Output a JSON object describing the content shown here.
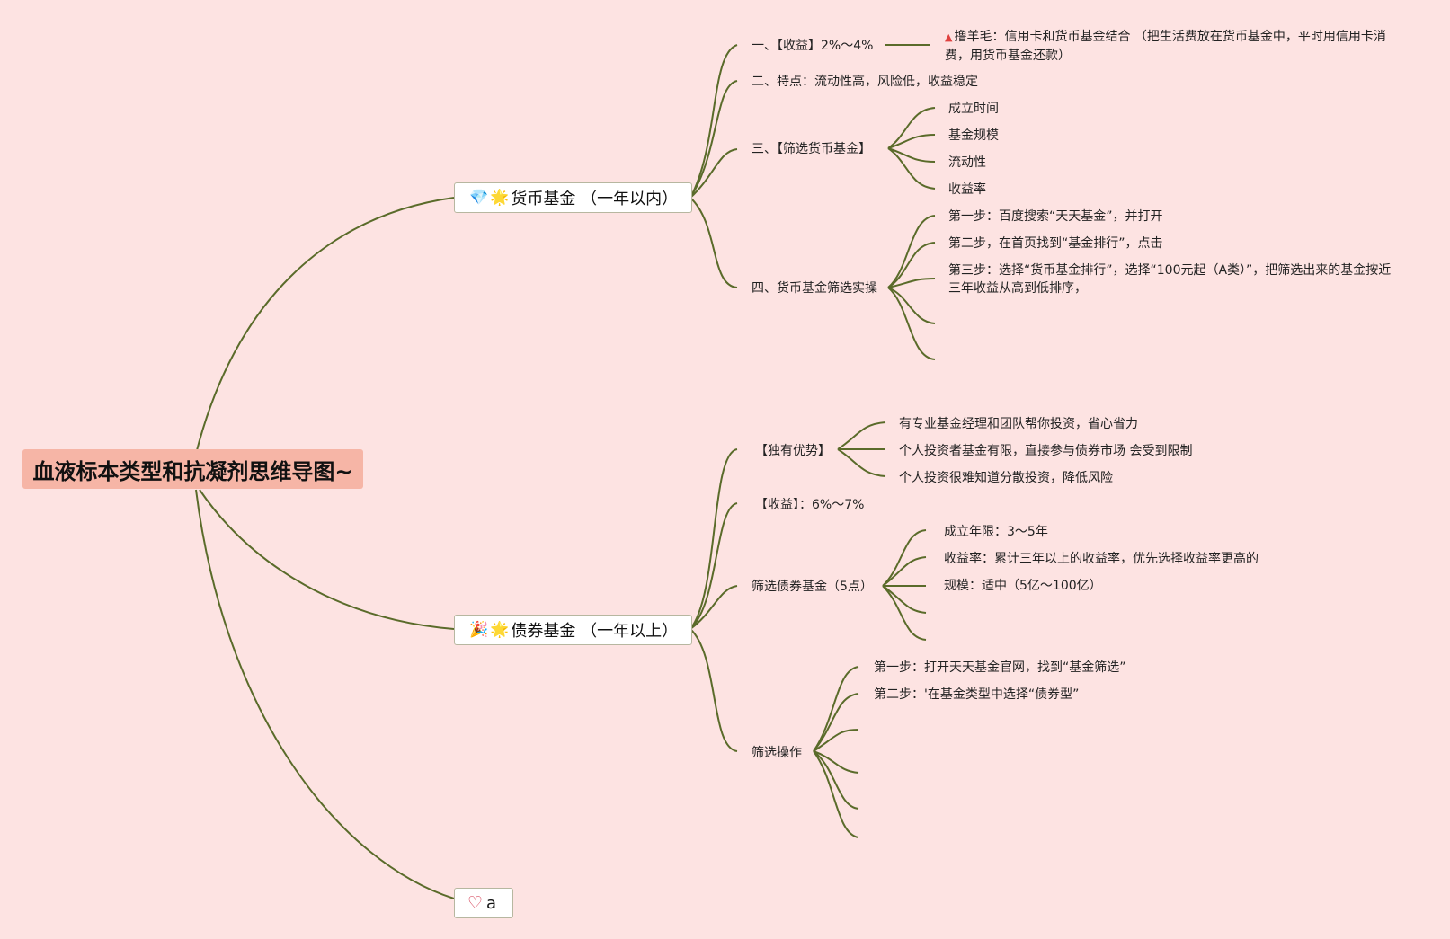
{
  "root": {
    "title": "血液标本类型和抗凝剂思维导图~"
  },
  "money_fund": {
    "icon1": "💎",
    "icon2": "🌟",
    "label": "货币基金 （一年以内）",
    "yield": "一、【收益】2%～4%",
    "tip_icon": "▲",
    "tip": "撸羊毛：信用卡和货币基金结合 （把生活费放在货币基金中，平时用信用卡消费，用货币基金还款）",
    "features": "二、特点：流动性高，风险低，收益稳定",
    "select_title": "三、【筛选货币基金】",
    "select_items": [
      "成立时间",
      "基金规模",
      "流动性",
      "收益率"
    ],
    "practice_title": "四、货币基金筛选实操",
    "practice_steps": [
      "第一步：百度搜索“天天基金”，并打开",
      "第二步，在首页找到“基金排行”，点击",
      "第三步：选择“货币基金排行”，选择“100元起（A类）”，把筛选出来的基金按近三年收益从高到低排序，"
    ]
  },
  "bond_fund": {
    "icon1": "🎉",
    "icon2": "🌟",
    "label": "债券基金 （一年以上）",
    "advantage_title": "【独有优势】",
    "advantages": [
      "有专业基金经理和团队帮你投资，省心省力",
      "个人投资者基金有限，直接参与债券市场 会受到限制",
      "个人投资很难知道分散投资，降低风险"
    ],
    "yield": "【收益】：6%～7%",
    "select_title": "筛选债券基金（5点）",
    "select_items": [
      "成立年限：3～5年",
      "收益率：累计三年以上的收益率，优先选择收益率更高的",
      "规模：适中（5亿～100亿）"
    ],
    "operate_title": "筛选操作",
    "operate_steps": [
      "第一步：打开天天基金官网，找到“基金筛选”",
      "第二步：'在基金类型中选择“债券型”"
    ]
  },
  "third": {
    "icon": "♡",
    "label": "a"
  },
  "colors": {
    "background": "#fde3e2",
    "root_fill": "#f6b5a6",
    "link": "#5a6b2a",
    "node_border": "#b7b7a0"
  }
}
